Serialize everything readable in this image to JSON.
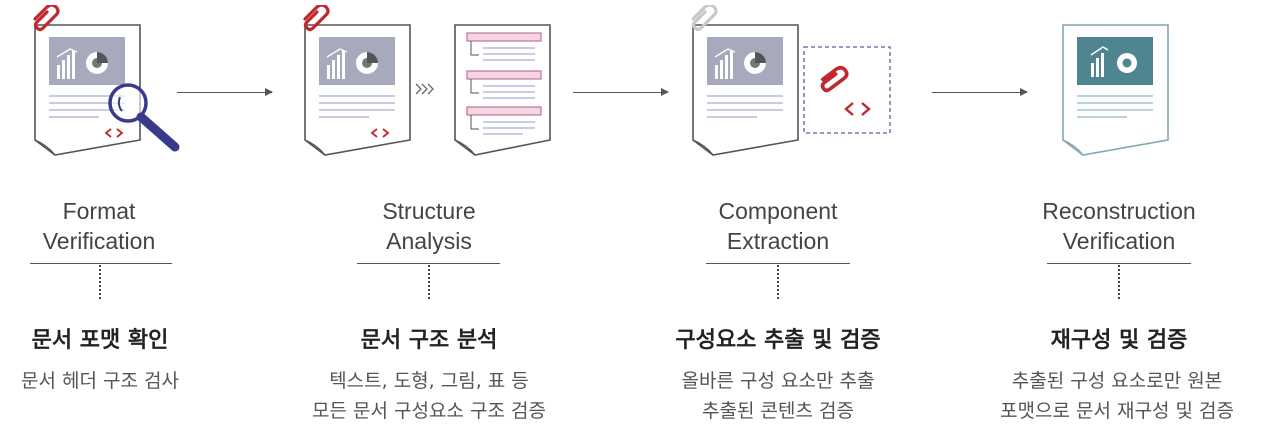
{
  "steps": [
    {
      "en_line1": "Format",
      "en_line2": "Verification",
      "ko_title": "문서 포맷 확인",
      "ko_desc": [
        "문서 헤더 구조 검사"
      ]
    },
    {
      "en_line1": "Structure",
      "en_line2": "Analysis",
      "ko_title": "문서 구조 분석",
      "ko_desc": [
        "텍스트, 도형, 그림, 표 등",
        "모든 문서 구성요소 구조 검증"
      ]
    },
    {
      "en_line1": "Component",
      "en_line2": "Extraction",
      "ko_title": "구성요소 추출 및 검증",
      "ko_desc": [
        "올바른 구성 요소만 추출",
        "추출된 콘텐츠 검증"
      ]
    },
    {
      "en_line1": "Reconstruction",
      "en_line2": "Verification",
      "ko_title": "재구성 및 검증",
      "ko_desc": [
        "추출된 구성 요소로만 원본",
        "포맷으로 문서 재구성 및 검증"
      ]
    }
  ],
  "icons": {
    "step1": [
      "paperclip-icon",
      "document-icon",
      "magnifier-icon",
      "code-icon"
    ],
    "step2": [
      "paperclip-icon",
      "document-icon",
      "chevrons-icon",
      "structure-document-icon"
    ],
    "step3": [
      "paperclip-icon",
      "document-icon",
      "extracted-component-icon"
    ],
    "step4": [
      "reconstructed-document-icon"
    ]
  },
  "colors": {
    "accent_red": "#c0282f",
    "doc_gray": "#a7a9bc",
    "teal": "#4f8591",
    "magnifier": "#3a3a8a",
    "structure_pink": "#f2d6e2",
    "dash_blue": "#5a5a9a"
  }
}
